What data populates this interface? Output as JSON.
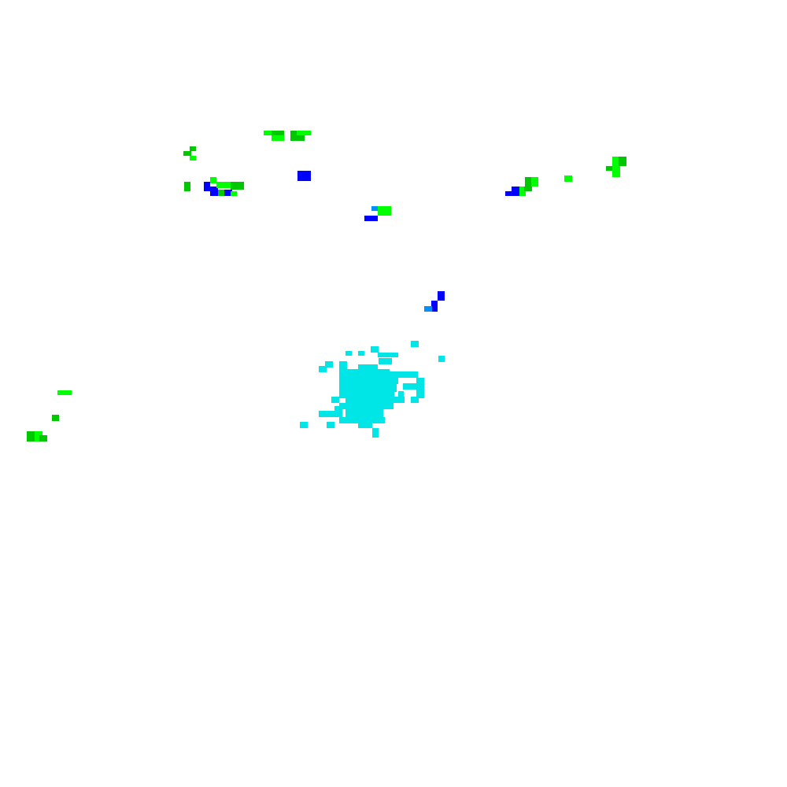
{
  "map": {
    "type": "precipitation-radar-tile",
    "background_color": "#ffffff",
    "labels": [],
    "legend": "none",
    "palette": {
      "light_rain": "#00ff00",
      "moderate_rain": "#00c800",
      "heavy_rain": "#0000ff",
      "showers": "#0090ff",
      "mixed": "#00e6e6"
    },
    "echo_groups": [
      {
        "name": "northwest-cluster",
        "dominant_color": "#00c800"
      },
      {
        "name": "north-center-cluster",
        "dominant_color": "#00ff00"
      },
      {
        "name": "northeast-cluster",
        "dominant_color": "#00c800"
      },
      {
        "name": "central-cell",
        "dominant_color": "#0000ff"
      },
      {
        "name": "central-mixed-area",
        "dominant_color": "#00e6e6"
      },
      {
        "name": "west-edge-cluster",
        "dominant_color": "#00c800"
      }
    ]
  }
}
